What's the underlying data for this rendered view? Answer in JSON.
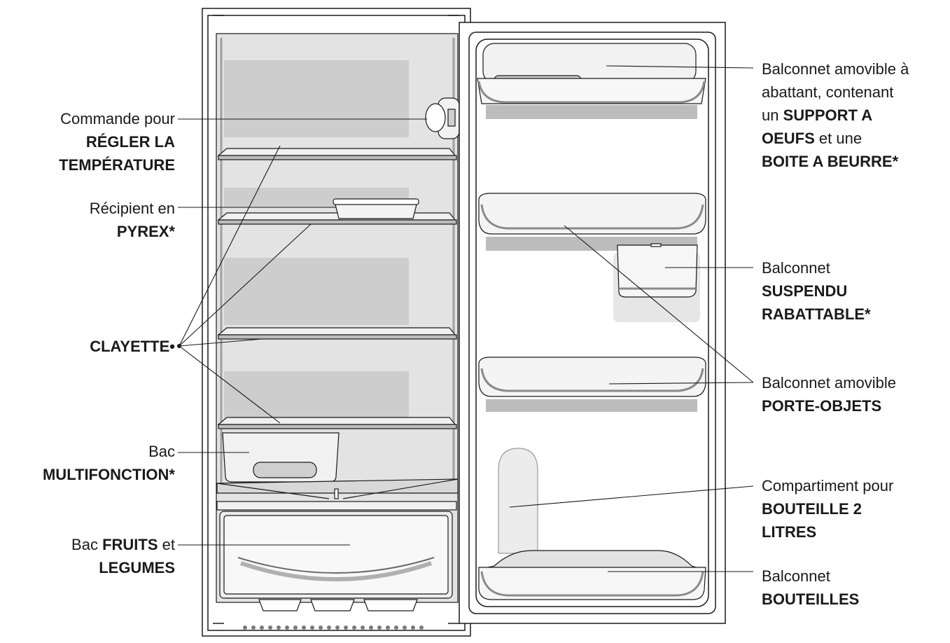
{
  "colors": {
    "line": "#1a1a1a",
    "interior": "#dcdcdc",
    "interior_light": "#ececec",
    "shelf_edge": "#bdbdbd",
    "panel": "#ffffff"
  },
  "labels_left": {
    "commande": {
      "line1": "Commande pour",
      "line2": "RÉGLER LA",
      "line3": "TEMPÉRATURE"
    },
    "pyrex": {
      "line1": "Récipient en",
      "line2": "PYREX*"
    },
    "clayette": {
      "line1": "CLAYETTE•"
    },
    "multifonction": {
      "line1": "Bac",
      "line2": "MULTIFONCTION*"
    },
    "fruits": {
      "line1_pre": "Bac ",
      "line1_bold": "FRUITS",
      "line1_post": " et",
      "line2": "LEGUMES"
    }
  },
  "labels_right": {
    "abattant": {
      "line1": "Balconnet amovible à",
      "line2": "abattant, contenant",
      "line3_pre": "un ",
      "line3_bold": "SUPPORT A",
      "line4_bold": "OEUFS",
      "line4_post": " et une",
      "line5": "BOITE A BEURRE*"
    },
    "suspendu": {
      "line1": "Balconnet",
      "line2": "SUSPENDU",
      "line3": "RABATTABLE*"
    },
    "porte_objets": {
      "line1": "Balconnet amovible",
      "line2": "PORTE-OBJETS"
    },
    "bouteille": {
      "line1": "Compartiment pour",
      "line2": "BOUTEILLE 2",
      "line3": "LITRES"
    },
    "bouteilles": {
      "line1": "Balconnet",
      "line2": "BOUTEILLES"
    }
  }
}
